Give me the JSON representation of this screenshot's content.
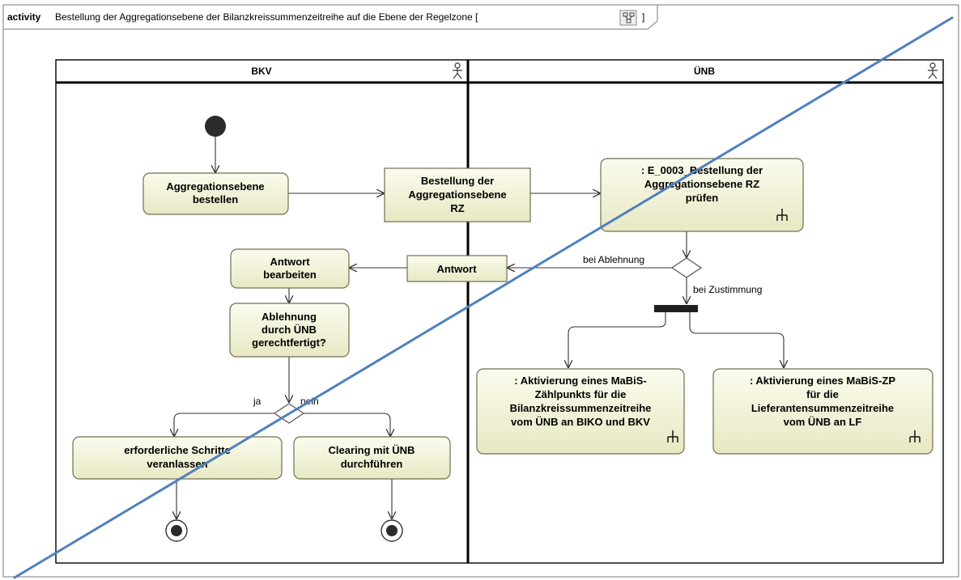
{
  "diagram": {
    "keyword": "activity",
    "title": "Bestellung der Aggregationsebene der Bilanzkreissummenzeitreihe auf die Ebene der Regelzone [",
    "title_suffix": "]",
    "title_icon": "diagram-icon"
  },
  "lanes": [
    {
      "id": "bkv",
      "label": "BKV",
      "icon": "actor-icon"
    },
    {
      "id": "unb",
      "label": "ÜNB",
      "icon": "actor-icon"
    }
  ],
  "actions": {
    "aggregationsebene_bestellen": [
      "Aggregationsebene",
      "bestellen"
    ],
    "antwort_bearbeiten": [
      "Antwort",
      "bearbeiten"
    ],
    "ablehnung_gerechtfertigt": [
      "Ablehnung",
      "durch ÜNB",
      "gerechtfertigt?"
    ],
    "erforderliche_schritte": [
      "erforderliche Schritte",
      "veranlassen"
    ],
    "clearing": [
      "Clearing mit ÜNB",
      "durchführen"
    ],
    "e0003_pruefen": [
      ": E_0003_Bestellung der",
      "Aggregationsebene RZ",
      "prüfen"
    ],
    "aktivierung_zp_biko": [
      ": Aktivierung eines MaBiS-",
      "Zählpunkts für die",
      "Bilanzkreissummenzeitreihe",
      "vom ÜNB an BIKO und BKV"
    ],
    "aktivierung_zp_lf": [
      ": Aktivierung eines MaBiS-ZP",
      "für die",
      "Lieferantensummenzeitreihe",
      "vom ÜNB an LF"
    ]
  },
  "objects": {
    "bestellung": [
      "Bestellung der",
      "Aggregationsebene",
      "RZ"
    ],
    "antwort": [
      "Antwort"
    ]
  },
  "guards": {
    "bei_ablehnung": "bei Ablehnung",
    "bei_zustimmung": "bei Zustimmung",
    "ja": "ja",
    "nein": "nein"
  },
  "overlay": {
    "strike_color": "#4f81bd"
  },
  "colors": {
    "node_fill": "#f2f2d5",
    "node_stroke": "#7f7f5f",
    "object_fill": "#eeeec8"
  }
}
